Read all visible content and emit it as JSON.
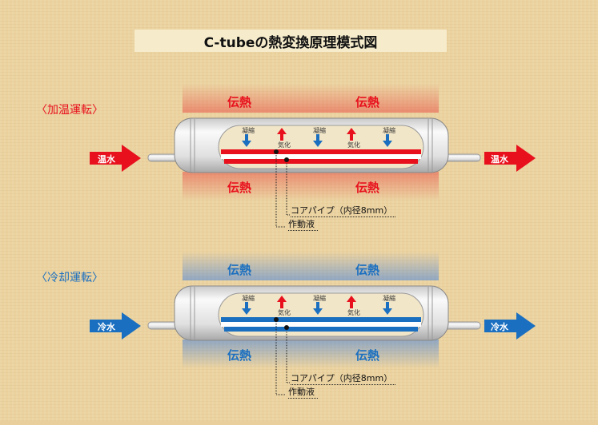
{
  "title": "C-tubeの熱変換原理模式図",
  "colors": {
    "heating": "#e8101c",
    "cooling": "#1a6fc0"
  },
  "heating": {
    "mode": "〈加温運転〉",
    "heat_top": [
      "伝熱",
      "伝熱"
    ],
    "heat_bottom": [
      "伝熱",
      "伝熱"
    ],
    "water_in": "温水",
    "water_out": "温水",
    "condense": [
      "凝縮",
      "凝縮",
      "凝縮"
    ],
    "vaporize": [
      "気化",
      "気化"
    ],
    "core_pipe": "コアパイプ（内径8mm）",
    "working_fluid": "作動液"
  },
  "cooling": {
    "mode": "〈冷却運転〉",
    "heat_top": [
      "伝熱",
      "伝熱"
    ],
    "heat_bottom": [
      "伝熱",
      "伝熱"
    ],
    "water_in": "冷水",
    "water_out": "冷水",
    "condense": [
      "凝縮",
      "凝縮",
      "凝縮"
    ],
    "vaporize": [
      "気化",
      "気化"
    ],
    "core_pipe": "コアパイプ（内径8mm）",
    "working_fluid": "作動液"
  }
}
